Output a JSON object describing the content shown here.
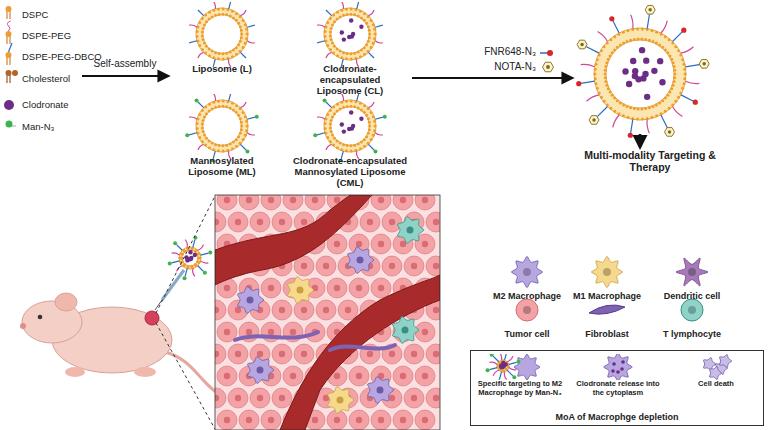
{
  "diagram": {
    "nodes": [
      {
        "text": [
          "Liposome (L)"
        ]
      },
      {
        "text": [
          "Clodronate-encapsulated Liposome (CL)"
        ]
      },
      {
        "text": [
          "Mannosylated Liposome (ML)"
        ]
      },
      {
        "text": [
          "Clodronate-encapsulated Mannosylated Liposome (CML)"
        ]
      },
      {
        "text": [
          "MoA of Macrophge depletion"
        ]
      },
      {
        "text": [
          "Specific targeting to M2 Macrophage by Man-N₃"
        ],
        "in": 4
      },
      {
        "text": [
          "Clodronate release into the cytoplasm"
        ],
        "in": 4
      },
      {
        "text": [
          "Cell death"
        ],
        "in": 4
      }
    ],
    "edges": [
      {
        "from": 5,
        "to": 6,
        "arrow": "to"
      },
      {
        "from": 6,
        "to": 7,
        "arrow": "to"
      }
    ],
    "labels": [
      "Self-assembly",
      "FNR648-N₃",
      "NOTA-N₃",
      "Multi-modality Targeting & Therapy"
    ],
    "legend": [
      {
        "text": "DSPC"
      },
      {
        "text": "DSPE-PEG"
      },
      {
        "text": "DSPE-PEG-DBCO"
      },
      {
        "text": "Cholesterol"
      },
      {
        "text": "Clodronate",
        "color": "#6b2d86"
      },
      {
        "text": "Man-N₃"
      },
      {
        "text": "M2 Macrophage"
      },
      {
        "text": "M1 Macrophage"
      },
      {
        "text": "Dendritic cell"
      },
      {
        "text": "Tumor cell"
      },
      {
        "text": "Fibroblast"
      },
      {
        "text": "T lymphocyte"
      }
    ]
  }
}
